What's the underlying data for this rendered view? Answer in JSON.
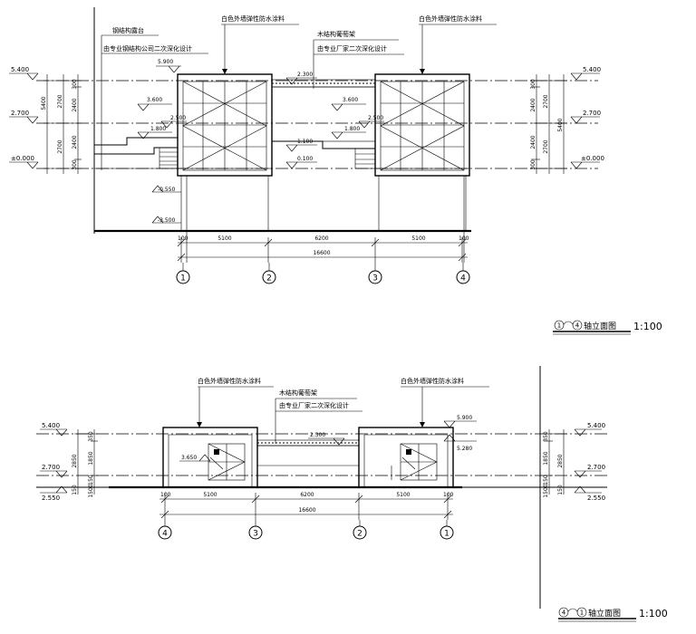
{
  "elevation_1": {
    "callouts": {
      "steel_terrace": "钢结构露台",
      "steel_note": "由专业钢结构公司二次深化设计",
      "wall_left": "白色外墙弹性防水涂料",
      "wall_right": "白色外墙弹性防水涂料",
      "pergola": "木结构葡萄架",
      "pergola_note": "由专业厂家二次深化设计"
    },
    "levels": {
      "l5400_left": "5.400",
      "l2700_left": "2.700",
      "l0_left": "±0.000",
      "l5400_right": "5.400",
      "l2700_right": "2.700",
      "l0_right": "±0.000",
      "l5900": "5.900",
      "l3600a": "3.600",
      "l2500a": "2.500",
      "l1800a": "1.800",
      "l2300": "2.300",
      "l3600b": "3.600",
      "l2500b": "2.500",
      "l1800b": "1.800",
      "l1100": "1.100",
      "l0100": "0.100",
      "l_0550": "-0.550",
      "l_3500": "-3.500"
    },
    "vdims": {
      "a1": "2700",
      "a2": "2700",
      "a3": "5400",
      "b1": "2400",
      "b2": "300",
      "b3": "2400",
      "b4": "300",
      "c1": "300",
      "c2": "2400",
      "c3": "300",
      "c4": "2400",
      "d1": "2700",
      "d2": "2700",
      "d3": "5400"
    },
    "hdims": {
      "e1": "100",
      "s1": "5100",
      "s2": "6200",
      "s3": "5100",
      "e2": "100",
      "total": "16600"
    },
    "axes": [
      "1",
      "2",
      "3",
      "4"
    ],
    "title": {
      "from": "1",
      "to": "4",
      "name": "轴立面图",
      "scale": "1:100"
    }
  },
  "elevation_2": {
    "callouts": {
      "wall_left": "白色外墙弹性防水涂料",
      "wall_right": "白色外墙弹性防水涂料",
      "pergola": "木结构葡萄架",
      "pergola_note": "由专业厂家二次深化设计"
    },
    "levels": {
      "l5400_left": "5.400",
      "l2700_left": "2.700",
      "l2550_left": "2.550",
      "l5400_right": "5.400",
      "l2700_right": "2.700",
      "l2550_right": "2.550",
      "l5900": "5.900",
      "l5280": "5.280",
      "l3650": "3.650",
      "l2300": "2.300"
    },
    "vdims": {
      "a1": "2850",
      "a2": "150",
      "b1": "1500",
      "b2": "150",
      "b3": "1850",
      "b4": "350",
      "c1": "350",
      "c2": "1850",
      "c3": "150",
      "c4": "1500",
      "d1": "2850",
      "d2": "150"
    },
    "hdims": {
      "e1": "100",
      "s1": "5100",
      "s2": "6200",
      "s3": "5100",
      "e2": "100",
      "total": "16600"
    },
    "axes": [
      "4",
      "3",
      "2",
      "1"
    ],
    "title": {
      "from": "4",
      "to": "1",
      "name": "轴立面图",
      "scale": "1:100"
    }
  }
}
